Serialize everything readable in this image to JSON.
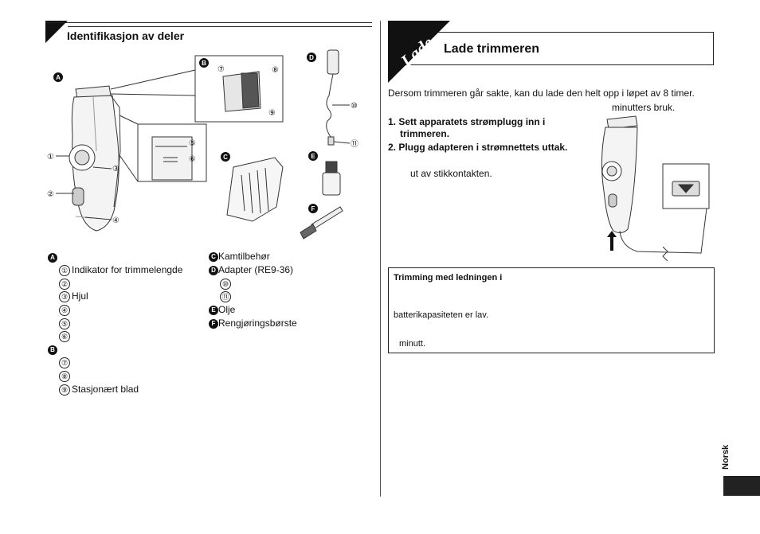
{
  "left": {
    "heading": "Identifikasjon av deler",
    "labels": {
      "A": "A",
      "B": "B",
      "C": "C",
      "D": "D",
      "E": "E",
      "F": "F"
    },
    "callouts": [
      "①",
      "②",
      "③",
      "④",
      "⑤",
      "⑥",
      "⑦",
      "⑧",
      "⑨",
      "⑩",
      "⑪"
    ],
    "parts_A": [
      {
        "num": "①",
        "text": "Indikator for trimmelengde"
      },
      {
        "num": "②",
        "text": ""
      },
      {
        "num": "③",
        "text": "Hjul"
      },
      {
        "num": "④",
        "text": ""
      },
      {
        "num": "⑤",
        "text": ""
      },
      {
        "num": "⑥",
        "text": ""
      }
    ],
    "parts_B": [
      {
        "num": "⑦",
        "text": ""
      },
      {
        "num": "⑧",
        "text": ""
      },
      {
        "num": "⑨",
        "text": "Stasjonært blad"
      }
    ],
    "parts_right": [
      {
        "badge": "C",
        "text": "Kamtilbehør"
      },
      {
        "badge": "D",
        "text": "Adapter (RE9-36)"
      },
      {
        "num": "⑩",
        "text": ""
      },
      {
        "num": "⑪",
        "text": ""
      },
      {
        "badge": "E",
        "text": "Olje"
      },
      {
        "badge": "F",
        "text": "Rengjøringsbørste"
      }
    ]
  },
  "right": {
    "tag": "Lade",
    "heading": "Lade trimmeren",
    "intro": "Dersom trimmeren går sakte, kan du lade den helt opp i løpet av 8 timer.",
    "intro2": "minutters bruk.",
    "step1a": "1. Sett apparatets strømplugg inn i",
    "step1b": "trimmeren.",
    "step2": "2. Plugg adapteren i strømnettets uttak.",
    "step3": "ut av stikkontakten.",
    "note": {
      "title": "Trimming med ledningen i",
      "line1": "batterikapasiteten er lav.",
      "line2": "minutt."
    }
  },
  "side_tab": "Norsk"
}
